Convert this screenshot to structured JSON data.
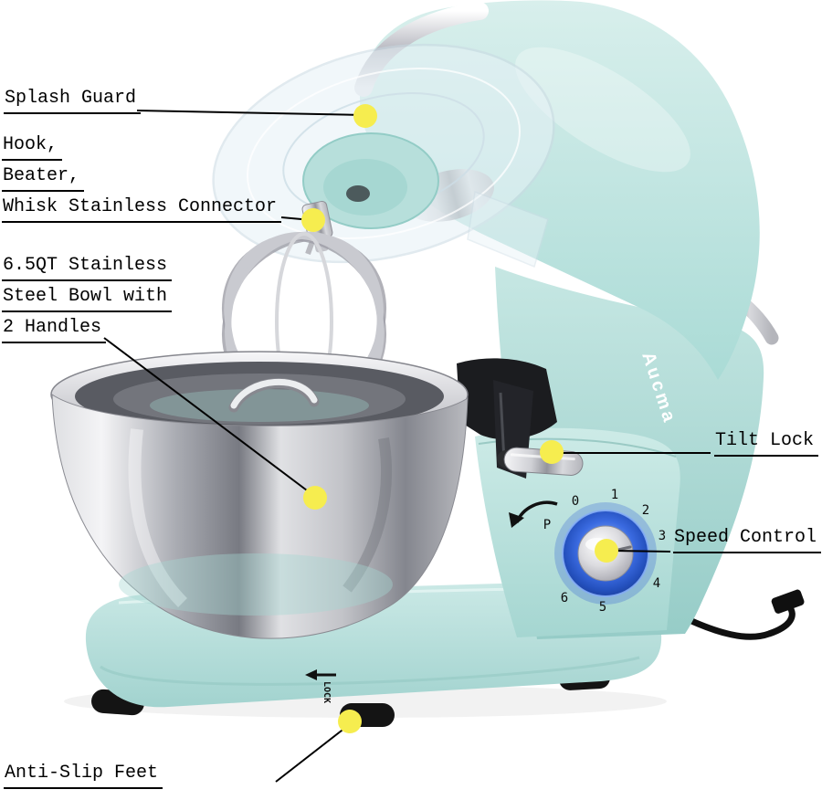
{
  "page": {
    "background": "#ffffff"
  },
  "annotations": {
    "splash_guard": {
      "text": "Splash Guard"
    },
    "connector": {
      "line1": "Hook,",
      "line2": "Beater,",
      "line3": "Whisk Stainless Connector"
    },
    "bowl": {
      "line1": "6.5QT Stainless",
      "line2": "Steel Bowl with",
      "line3": "2 Handles"
    },
    "tilt_lock": {
      "text": "Tilt Lock"
    },
    "speed_control": {
      "text": "Speed Control"
    },
    "anti_slip_feet": {
      "text": "Anti-Slip Feet"
    }
  },
  "mixer": {
    "brand": "Aucma",
    "base_lock_label": "LOCK",
    "dial": {
      "p": "P",
      "s0": "0",
      "s1": "1",
      "s2": "2",
      "s3": "3",
      "s4": "4",
      "s5": "5",
      "s6": "6"
    }
  },
  "colors": {
    "body_teal_light": "#d8efec",
    "body_teal": "#b2ddd9",
    "body_teal_dark": "#9ed2cd",
    "steel_light": "#f2f2f4",
    "steel_dark": "#8f9097",
    "marker_yellow": "#f6ed4f",
    "dial_glow_blue": "#2e5fd4",
    "annotation_line": "#000000"
  }
}
